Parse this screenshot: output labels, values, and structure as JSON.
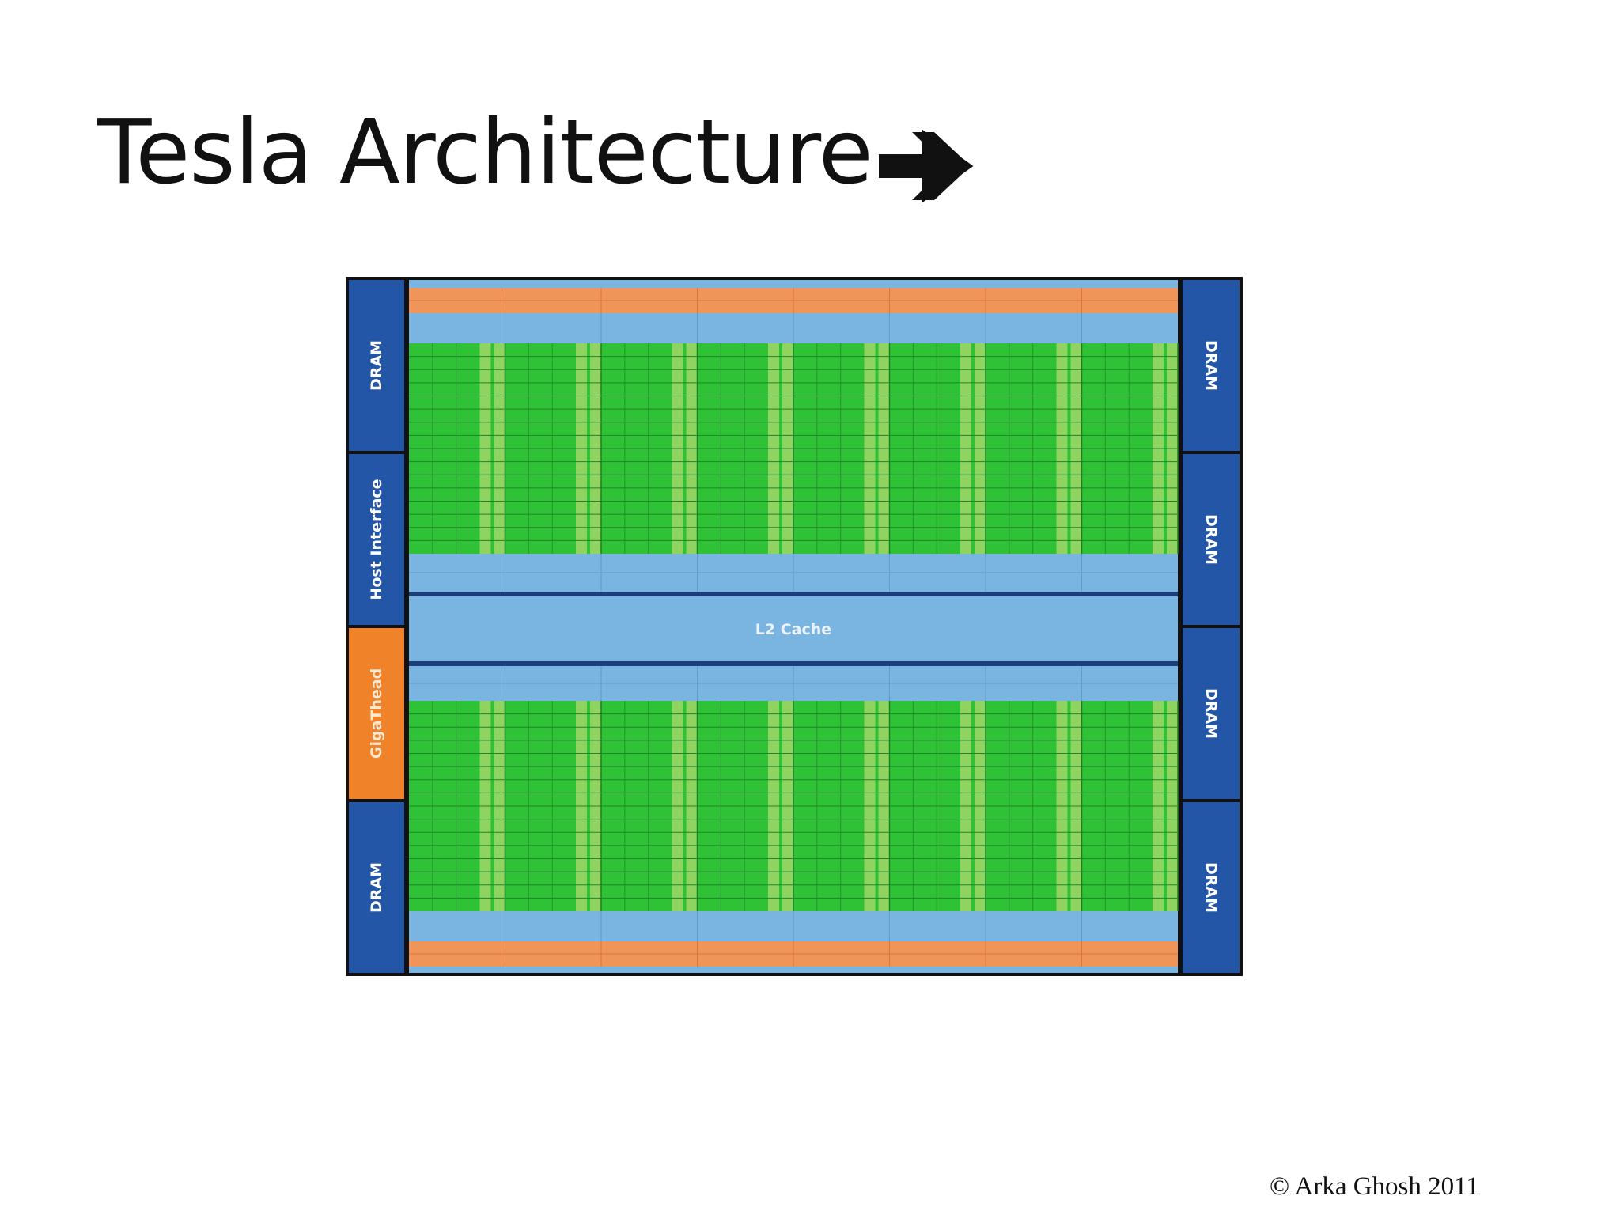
{
  "slide": {
    "title": "Tesla Architecture",
    "title_arrow_icon": "bold-right-arrow-icon",
    "copyright": "© Arka Ghosh 2011"
  },
  "diagram": {
    "left_blocks": [
      {
        "label": "DRAM",
        "color": "#2356a6",
        "text_color": "#ffffff"
      },
      {
        "label": "Host Interface",
        "color": "#2356a6",
        "text_color": "#ffffff"
      },
      {
        "label": "GigaThead",
        "color": "#f0832a",
        "text_color": "#ffe8d0"
      },
      {
        "label": "DRAM",
        "color": "#2356a6",
        "text_color": "#ffffff"
      }
    ],
    "right_blocks": [
      {
        "label": "DRAM",
        "color": "#2356a6",
        "text_color": "#ffffff"
      },
      {
        "label": "DRAM",
        "color": "#2356a6",
        "text_color": "#ffffff"
      },
      {
        "label": "DRAM",
        "color": "#2356a6",
        "text_color": "#ffffff"
      },
      {
        "label": "DRAM",
        "color": "#2356a6",
        "text_color": "#ffffff"
      }
    ],
    "center_label": "L2 Cache",
    "sm_columns": 8,
    "colors": {
      "core_green": "#2fc236",
      "light_green": "#8fd460",
      "light_blue": "#7ab4e0",
      "orange": "#f0955a",
      "dark_blue": "#2356a6",
      "border": "#111111"
    }
  }
}
